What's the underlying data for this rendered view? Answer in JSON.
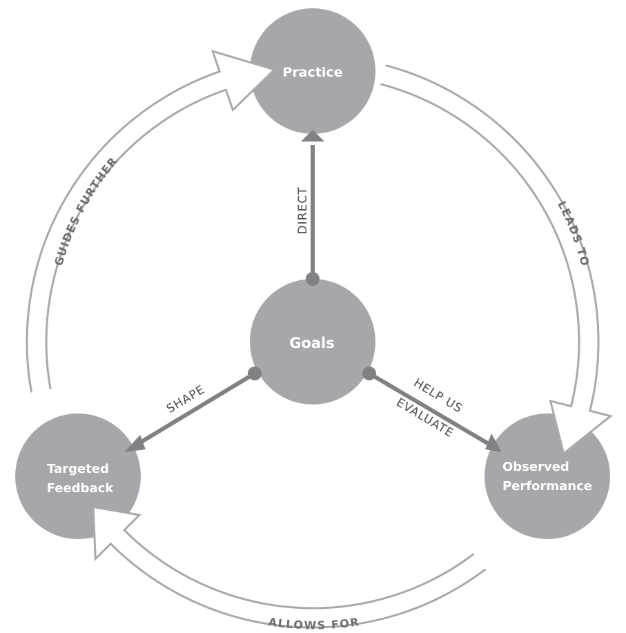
{
  "colors": {
    "node_fill": "#a6a7aa",
    "connector": "#808184",
    "cycle_stroke": "#a8a9ac",
    "cycle_fill": "#ffffff",
    "node_text": "#ffffff",
    "label_text": "#4a4a4d"
  },
  "nodes": {
    "practice": {
      "label": "Practice"
    },
    "goals": {
      "label": "Goals"
    },
    "feedback": {
      "line1": "Targeted",
      "line2": "Feedback"
    },
    "performance": {
      "line1": "Observed",
      "line2": "Performance"
    }
  },
  "connectors": {
    "direct": "DIRECT",
    "shape": "SHAPE",
    "evaluate_line1": "HELP US",
    "evaluate_line2": "EVALUATE"
  },
  "cycle": {
    "leads_to": "LEADS TO",
    "allows_for": "ALLOWS FOR",
    "guides_further": "GUIDES FURTHER"
  }
}
